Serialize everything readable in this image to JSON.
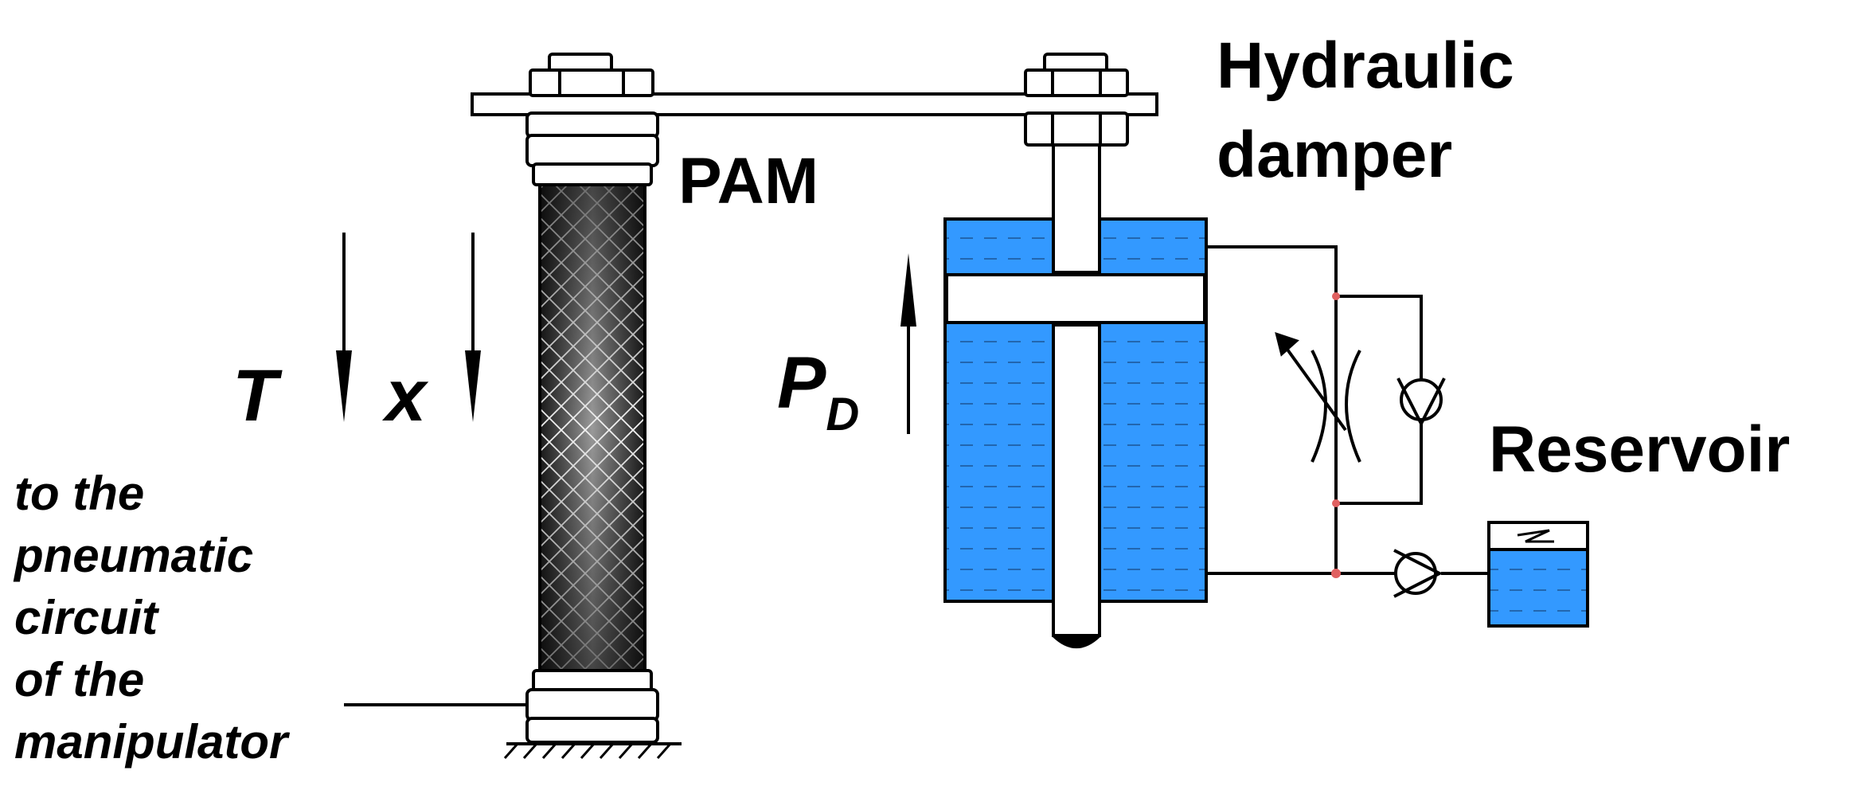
{
  "labels": {
    "hydraulic_line1": "Hydraulic",
    "hydraulic_line2": "damper",
    "pam": "PAM",
    "reservoir": "Reservoir",
    "force_t": "T",
    "disp_x": "x",
    "pd_main": "P",
    "pd_sub": "D",
    "note": [
      "to the",
      "pneumatic",
      "circuit",
      "of the",
      "manipulator"
    ]
  },
  "colors": {
    "fluid": "#3399ff",
    "line": "#000000",
    "junction": "#e06060",
    "background": "#ffffff"
  },
  "icons": [
    "check-valve-icon",
    "variable-throttle-icon",
    "spring-icon",
    "ground-hatch-icon",
    "braided-sleeve-icon"
  ]
}
